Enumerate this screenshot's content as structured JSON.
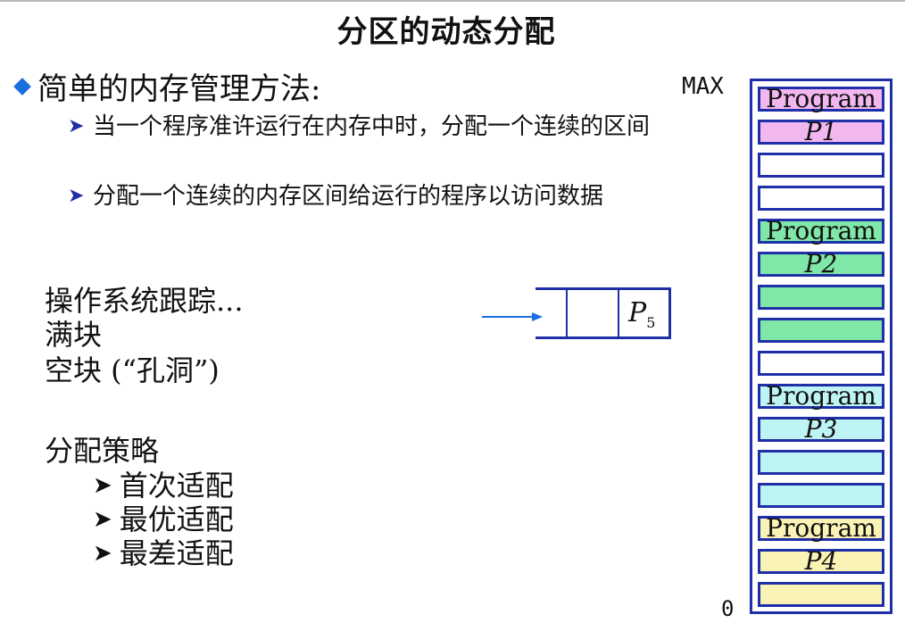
{
  "title": "分区的动态分配",
  "main_bullet": "简单的内存管理方法:",
  "sub_bullets": [
    "当一个程序准许运行在内存中时，分配一个连续的区间",
    "分配一个连续的内存区间给运行的程序以访问数据"
  ],
  "os_tracking": "操作系统跟踪...",
  "full_blocks": "满块",
  "empty_blocks": "空块 (“孔洞”)",
  "strategy_title": "分配策略",
  "strategies": [
    "首次适配",
    "最优适配",
    "最差适配"
  ],
  "queue": {
    "item_label": "P",
    "item_subscript": "5",
    "arrow_color": "#1a6fe0"
  },
  "memory": {
    "max_label": "MAX",
    "zero_label": "0",
    "blocks": [
      {
        "label": "Program",
        "color": "#f3b7f0"
      },
      {
        "label": "P1",
        "color": "#f3b7f0"
      },
      {
        "label": "",
        "color": "#ffffff"
      },
      {
        "label": "",
        "color": "#ffffff"
      },
      {
        "label": "Program",
        "color": "#7fe7a7"
      },
      {
        "label": "P2",
        "color": "#7fe7a7"
      },
      {
        "label": "",
        "color": "#7fe7a7"
      },
      {
        "label": "",
        "color": "#7fe7a7"
      },
      {
        "label": "",
        "color": "#ffffff"
      },
      {
        "label": "Program",
        "color": "#bff4f4"
      },
      {
        "label": "P3",
        "color": "#bff4f4"
      },
      {
        "label": "",
        "color": "#bff4f4"
      },
      {
        "label": "",
        "color": "#bff4f4"
      },
      {
        "label": "Program",
        "color": "#fbf3b5"
      },
      {
        "label": "P4",
        "color": "#fbf3b5"
      },
      {
        "label": "",
        "color": "#fbf3b5"
      }
    ]
  },
  "colors": {
    "accent_blue": "#1f2fa8",
    "bullet_blue": "#1a6fe0"
  }
}
